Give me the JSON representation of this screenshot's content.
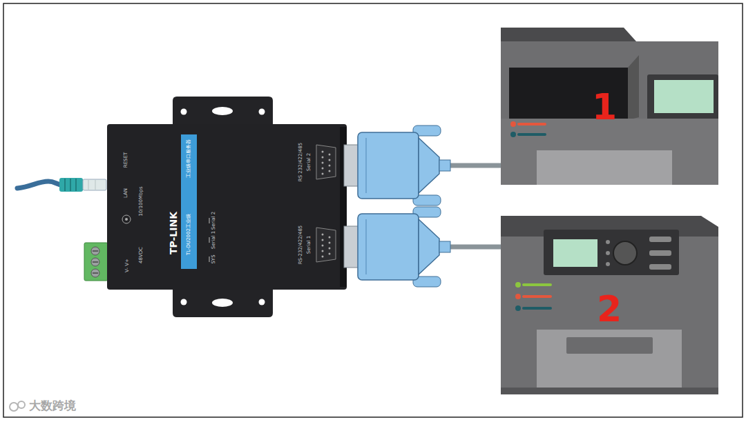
{
  "diagram": {
    "nodes": [
      {
        "text": [
          "RESET",
          "LAN",
          "10/100Mbps",
          "48VDC",
          "V- V+",
          "工业级串口服务器",
          "TP-LINK",
          "TL-DU2002工业级",
          "SYS",
          "Serial 1",
          "Serial 2",
          "RS 232/422/485",
          "Serial 2",
          "RS-232/422/485",
          "Serial 1"
        ]
      },
      {
        "text": [
          "1"
        ]
      },
      {
        "text": [
          "2"
        ]
      }
    ],
    "edges": [
      {
        "from": 0,
        "to": 1,
        "arrow": "none"
      },
      {
        "from": 0,
        "to": 2,
        "arrow": "none"
      }
    ],
    "labels": [
      "大数跨境"
    ]
  }
}
